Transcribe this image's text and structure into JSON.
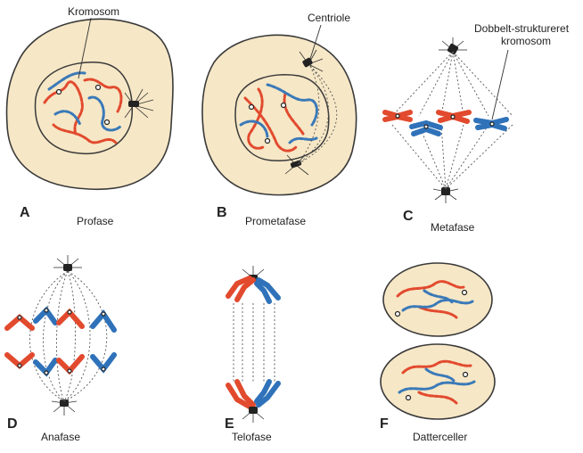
{
  "annotations": {
    "chromosome": "Kromosom",
    "centriole": "Centriole",
    "double_chromosome_line1": "Dobbelt-struktureret",
    "double_chromosome_line2": "kromosom"
  },
  "panels": [
    {
      "letter": "A",
      "label": "Profase"
    },
    {
      "letter": "B",
      "label": "Prometafase"
    },
    {
      "letter": "C",
      "label": "Metafase"
    },
    {
      "letter": "D",
      "label": "Anafase"
    },
    {
      "letter": "E",
      "label": "Telofase"
    },
    {
      "letter": "F",
      "label": "Datterceller"
    }
  ],
  "colors": {
    "cell_fill": "#f6e7c6",
    "chromosome_red": "#e24a2e",
    "chromosome_blue": "#3a79b8"
  }
}
